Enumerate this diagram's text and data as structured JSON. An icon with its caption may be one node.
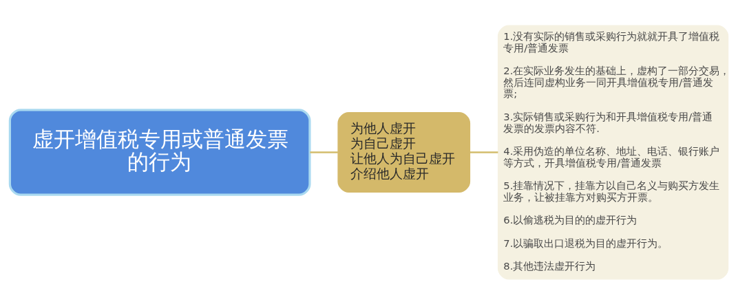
{
  "diagram": {
    "nodes": [
      {
        "text": [
          "虚开增值税专用或普通发票的行为"
        ]
      },
      {
        "text": [
          "为他人虚开",
          "为自己虚开",
          "让他人为自己虚开",
          "介绍他人虚开"
        ]
      },
      {
        "text": [
          "1.没有实际的销售或采购行为就就开具了增值税专用/普通发票",
          "2.在实际业务发生的基础上，虚构了一部分交易，然后连同虚构业务一同开具增值税专用/普通发票;",
          "3.实际销售或采购行为和开具增值税专用/普通发票的发票内容不符.",
          "4.采用伪造的单位名称、地址、电话、银行账户等方式，开具增值税专用/普通发票",
          "5.挂靠情况下，挂靠方以自己名义与购买方发生业务，让被挂靠方对购买方开票。",
          "6.以偷逃税为目的的虚开行为",
          "7.以骗取出口退税为目的虚开行为。",
          "8.其他违法虚开行为"
        ]
      }
    ],
    "edges": [
      {
        "from": 0,
        "to": 1,
        "arrow": "none"
      },
      {
        "from": 1,
        "to": 2,
        "arrow": "none"
      }
    ]
  }
}
